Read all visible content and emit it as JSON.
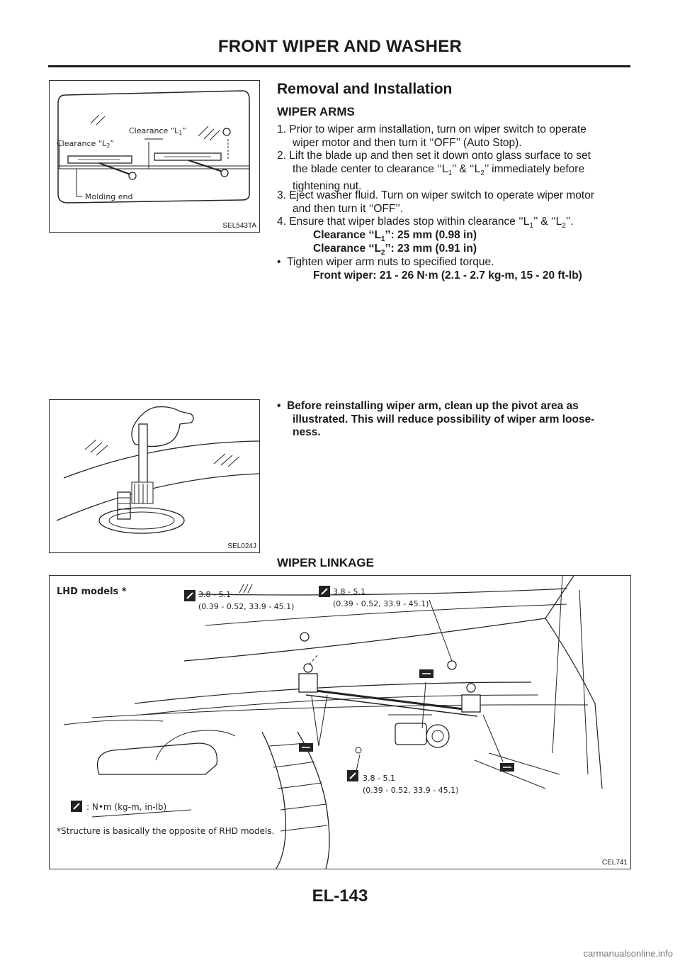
{
  "header": {
    "title": "FRONT WIPER AND WASHER"
  },
  "section": {
    "title": "Removal and Installation"
  },
  "wiper_arms": {
    "heading": "WIPER ARMS",
    "step1_line1": "1. Prior to wiper arm installation, turn on wiper switch to operate",
    "step1_line2": "wiper motor and then turn it ‘‘OFF’’ (Auto Stop).",
    "step2_line1": "2. Lift the blade up and then set it down onto glass surface to set",
    "step2_line2a": "the blade center to clearance ‘‘L",
    "step2_line2b": "’’ & ‘‘L",
    "step2_line2c": "’’ immediately before",
    "step2_line3": "tightening nut.",
    "step3_line1": "3. Eject washer fluid. Turn on wiper switch to operate wiper motor",
    "step3_line2": "and then turn it ‘‘OFF’’.",
    "step4a": "4. Ensure that wiper blades stop within clearance ‘‘L",
    "step4b": "’’ & ‘‘L",
    "step4c": "’’.",
    "sub1": "1",
    "sub2": "2",
    "spec1a": "Clearance ‘‘L",
    "spec1b": "’’: 25 mm (0.98 in)",
    "spec2a": "Clearance ‘‘L",
    "spec2b": "’’: 23 mm (0.91 in)",
    "bullet_mark": "•",
    "bullet_text": "Tighten wiper arm nuts to specified torque.",
    "torque_spec": "Front wiper: 21 - 26 N·m (2.1 - 2.7 kg-m, 15 - 20 ft-lb)"
  },
  "fig1": {
    "code": "SEL543TA",
    "label_clear_l1": "Clearance “L",
    "label_clear_l2": "Clearance “L",
    "label_sub1": "1",
    "label_sub2": "2",
    "label_quote": "”",
    "label_molding": "Molding end"
  },
  "fig2": {
    "code": "SEL024J"
  },
  "reinstall": {
    "bullet_mark": "•",
    "line1": "Before reinstalling wiper arm, clean up the pivot area as",
    "line2": "illustrated. This will reduce possibility of wiper arm loose-",
    "line3": "ness."
  },
  "linkage": {
    "heading": "WIPER LINKAGE"
  },
  "fig3": {
    "code": "CEL741",
    "models_label": "LHD models *",
    "torque1_line1": "3.8 - 5.1",
    "torque1_line2": "(0.39 - 0.52, 33.9 - 45.1)",
    "torque2_line1": "3.8 - 5.1",
    "torque2_line2": "(0.39 - 0.52, 33.9 - 45.1)",
    "torque3_line1": "3.8 - 5.1",
    "torque3_line2": "(0.39 - 0.52, 33.9 - 45.1)",
    "units_legend": ": N•m (kg-m, in-lb)",
    "footnote": "*Structure is basically the opposite of RHD models."
  },
  "footer": {
    "page_number": "EL-143",
    "watermark": "carmanualsonline.info"
  }
}
